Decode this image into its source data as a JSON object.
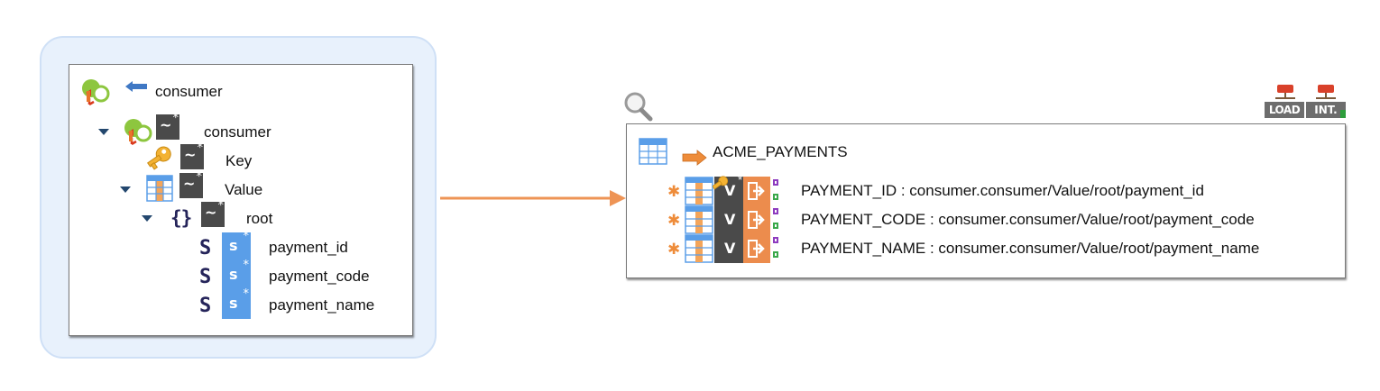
{
  "colors": {
    "canvas": "#ffffff",
    "source_highlight": "#e8f1fc",
    "source_highlight_border": "#cfe0f6",
    "connector": "#ee9455",
    "arrow_left": "#3f78c4",
    "arrow_right": "#ee8c3a",
    "node_dark": "#4a4a4a",
    "node_blue": "#5a9ee8",
    "node_orange": "#ec8c4d",
    "type_glyph": "#25245a"
  },
  "source": {
    "datastore_name": "consumer",
    "tree": [
      {
        "label": "consumer",
        "icon": "kafka-topic-icon",
        "expanded": true
      },
      {
        "label": "Key",
        "icon": "key-icon"
      },
      {
        "label": "Value",
        "icon": "table-icon",
        "expanded": true
      },
      {
        "label": "root",
        "icon": "object-braces-icon",
        "glyph": "{}",
        "expanded": true
      },
      {
        "label": "payment_id",
        "icon": "string-type-icon",
        "glyph": "S"
      },
      {
        "label": "payment_code",
        "icon": "string-type-icon",
        "glyph": "S"
      },
      {
        "label": "payment_name",
        "icon": "string-type-icon",
        "glyph": "S"
      }
    ]
  },
  "target": {
    "datastore_name": "ACME_PAYMENTS",
    "load_badge": "LOAD",
    "int_badge": "INT.",
    "rows": [
      {
        "text": "PAYMENT_ID : consumer.consumer/Value/root/payment_id",
        "key": true
      },
      {
        "text": "PAYMENT_CODE : consumer.consumer/Value/root/payment_code",
        "key": false
      },
      {
        "text": "PAYMENT_NAME : consumer.consumer/Value/root/payment_name",
        "key": false
      }
    ]
  }
}
